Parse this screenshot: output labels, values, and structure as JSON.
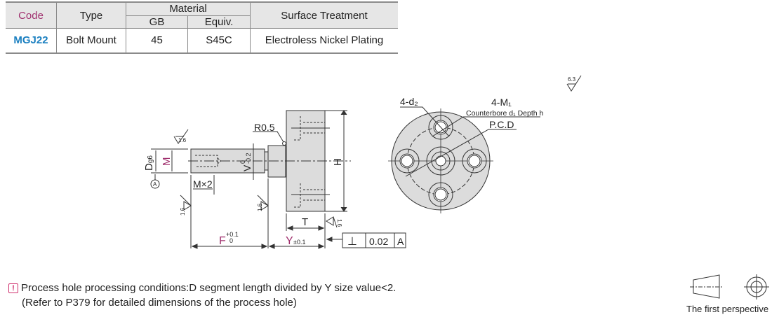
{
  "table": {
    "headers": {
      "code": "Code",
      "type": "Type",
      "material": "Material",
      "gb": "GB",
      "equiv": "Equiv.",
      "surface": "Surface Treatment"
    },
    "row": {
      "code": "MGJ22",
      "type": "Bolt Mount",
      "gb": "45",
      "equiv": "S45C",
      "surface": "Electroless Nickel Plating"
    }
  },
  "drawing": {
    "roughness_main": "6.3",
    "roughness": "1.6",
    "r05": "R0.5",
    "d": "D",
    "d_tol": "g6",
    "m": "M",
    "datum": "A",
    "mx2": "M×2",
    "v": "V",
    "v_tol_up": "0",
    "v_tol_low": "-0.2",
    "h": "H",
    "t": "T",
    "f": "F",
    "f_tol_up": "+0.1",
    "f_tol_low": "0",
    "y": "Y",
    "y_tol": "±0.1",
    "tolerance_symbol": "⊥",
    "tolerance_value": "0.02",
    "tolerance_datum": "A",
    "d2": "4-d₂",
    "m1": "4-M₁",
    "counterbore": "Counterbore d₁ Depth h",
    "pcd": "P.C.D"
  },
  "notes": {
    "line1": "Process hole processing conditions:D segment length divided by Y size value<2.",
    "line2": "(Refer to P379 for detailed dimensions of the process hole)",
    "warn_icon": "!"
  },
  "perspective_label": "The first perspective"
}
